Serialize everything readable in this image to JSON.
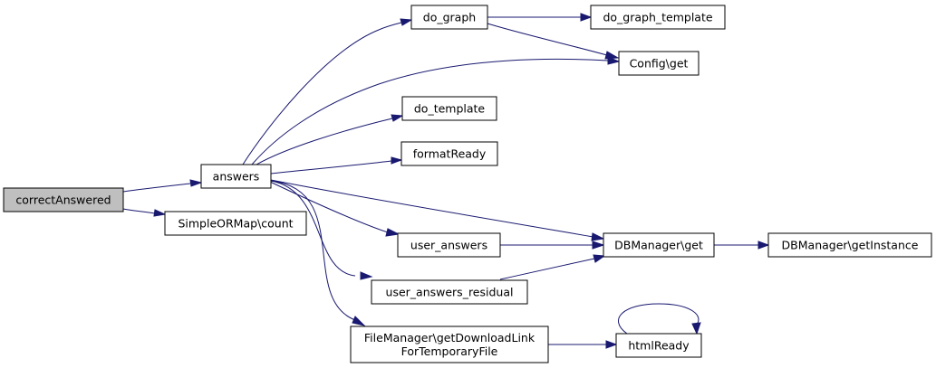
{
  "diagram": {
    "nodes": [
      {
        "id": "correctAnswered",
        "lines": [
          "correctAnswered"
        ],
        "root": true
      },
      {
        "id": "answers",
        "lines": [
          "answers"
        ]
      },
      {
        "id": "simpleormap_count",
        "lines": [
          "SimpleORMap\\count"
        ]
      },
      {
        "id": "do_graph",
        "lines": [
          "do_graph"
        ]
      },
      {
        "id": "do_graph_template",
        "lines": [
          "do_graph_template"
        ]
      },
      {
        "id": "config_get",
        "lines": [
          "Config\\get"
        ]
      },
      {
        "id": "do_template",
        "lines": [
          "do_template"
        ]
      },
      {
        "id": "formatReady",
        "lines": [
          "formatReady"
        ]
      },
      {
        "id": "user_answers",
        "lines": [
          "user_answers"
        ]
      },
      {
        "id": "user_answers_residual",
        "lines": [
          "user_answers_residual"
        ]
      },
      {
        "id": "filemanager_getdownloadlink",
        "lines": [
          "FileManager\\getDownloadLink",
          "ForTemporaryFile"
        ]
      },
      {
        "id": "dbmanager_get",
        "lines": [
          "DBManager\\get"
        ]
      },
      {
        "id": "dbmanager_getinstance",
        "lines": [
          "DBManager\\getInstance"
        ]
      },
      {
        "id": "htmlReady",
        "lines": [
          "htmlReady"
        ]
      }
    ],
    "edges": [
      {
        "from": "correctAnswered",
        "to": "answers"
      },
      {
        "from": "correctAnswered",
        "to": "simpleormap_count"
      },
      {
        "from": "answers",
        "to": "do_graph"
      },
      {
        "from": "answers",
        "to": "config_get"
      },
      {
        "from": "answers",
        "to": "do_template"
      },
      {
        "from": "answers",
        "to": "formatReady"
      },
      {
        "from": "answers",
        "to": "user_answers"
      },
      {
        "from": "answers",
        "to": "user_answers_residual"
      },
      {
        "from": "answers",
        "to": "filemanager_getdownloadlink"
      },
      {
        "from": "answers",
        "to": "dbmanager_get"
      },
      {
        "from": "do_graph",
        "to": "do_graph_template"
      },
      {
        "from": "do_graph",
        "to": "config_get"
      },
      {
        "from": "user_answers",
        "to": "dbmanager_get"
      },
      {
        "from": "user_answers_residual",
        "to": "dbmanager_get"
      },
      {
        "from": "dbmanager_get",
        "to": "dbmanager_getinstance"
      },
      {
        "from": "filemanager_getdownloadlink",
        "to": "htmlReady"
      },
      {
        "from": "htmlReady",
        "to": "htmlReady"
      }
    ],
    "colors": {
      "edge": "#191970",
      "root_fill": "#bfbfbf",
      "node_fill": "#ffffff",
      "border": "#000000"
    }
  }
}
